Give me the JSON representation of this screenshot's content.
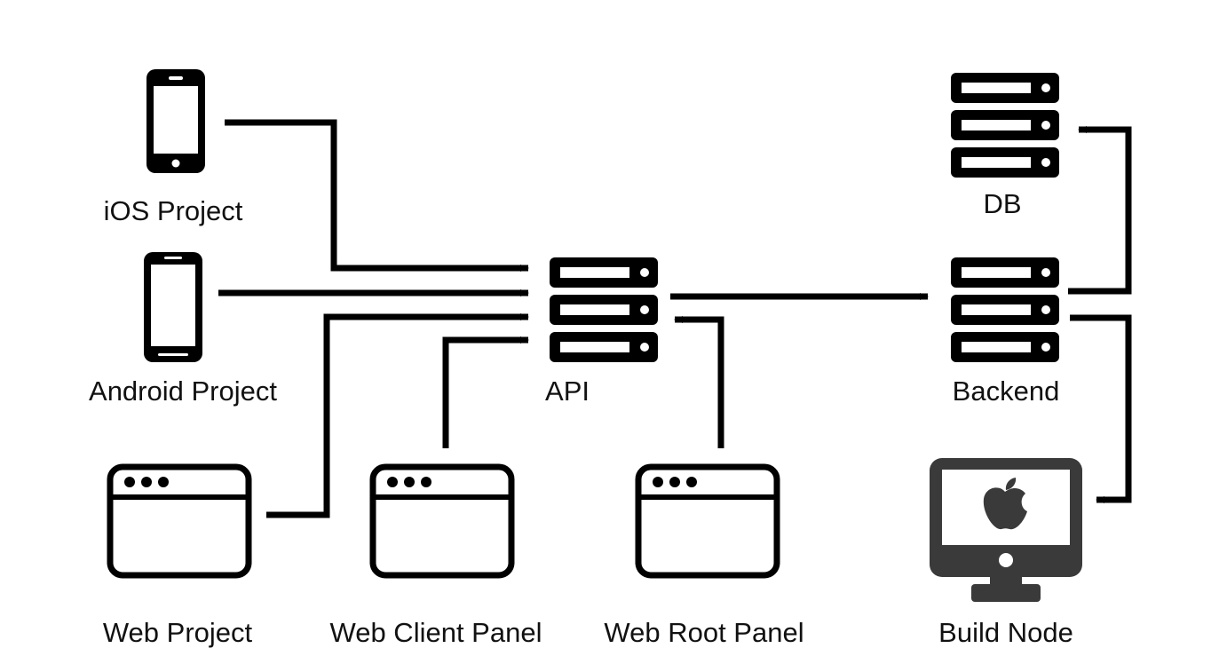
{
  "colors": {
    "ink": "#000000",
    "monitor": "#3a3a3a",
    "background": "#ffffff"
  },
  "nodes": {
    "ios": {
      "label": "iOS Project",
      "icon": "smartphone-icon"
    },
    "android": {
      "label": "Android Project",
      "icon": "android-phone-icon"
    },
    "web_project": {
      "label": "Web Project",
      "icon": "browser-window-icon"
    },
    "web_client": {
      "label": "Web Client Panel",
      "icon": "browser-window-icon"
    },
    "web_root": {
      "label": "Web Root Panel",
      "icon": "browser-window-icon"
    },
    "api": {
      "label": "API",
      "icon": "server-icon"
    },
    "backend": {
      "label": "Backend",
      "icon": "server-icon"
    },
    "db": {
      "label": "DB",
      "icon": "database-server-icon"
    },
    "build_node": {
      "label": "Build Node",
      "icon": "apple-monitor-icon"
    }
  },
  "edges": [
    {
      "from": "ios",
      "to": "api"
    },
    {
      "from": "android",
      "to": "api"
    },
    {
      "from": "web_project",
      "to": "api"
    },
    {
      "from": "web_client",
      "to": "api"
    },
    {
      "from": "web_root",
      "to": "api"
    },
    {
      "from": "api",
      "to": "backend"
    },
    {
      "from": "backend",
      "to": "db"
    },
    {
      "from": "backend",
      "to": "build_node"
    }
  ]
}
